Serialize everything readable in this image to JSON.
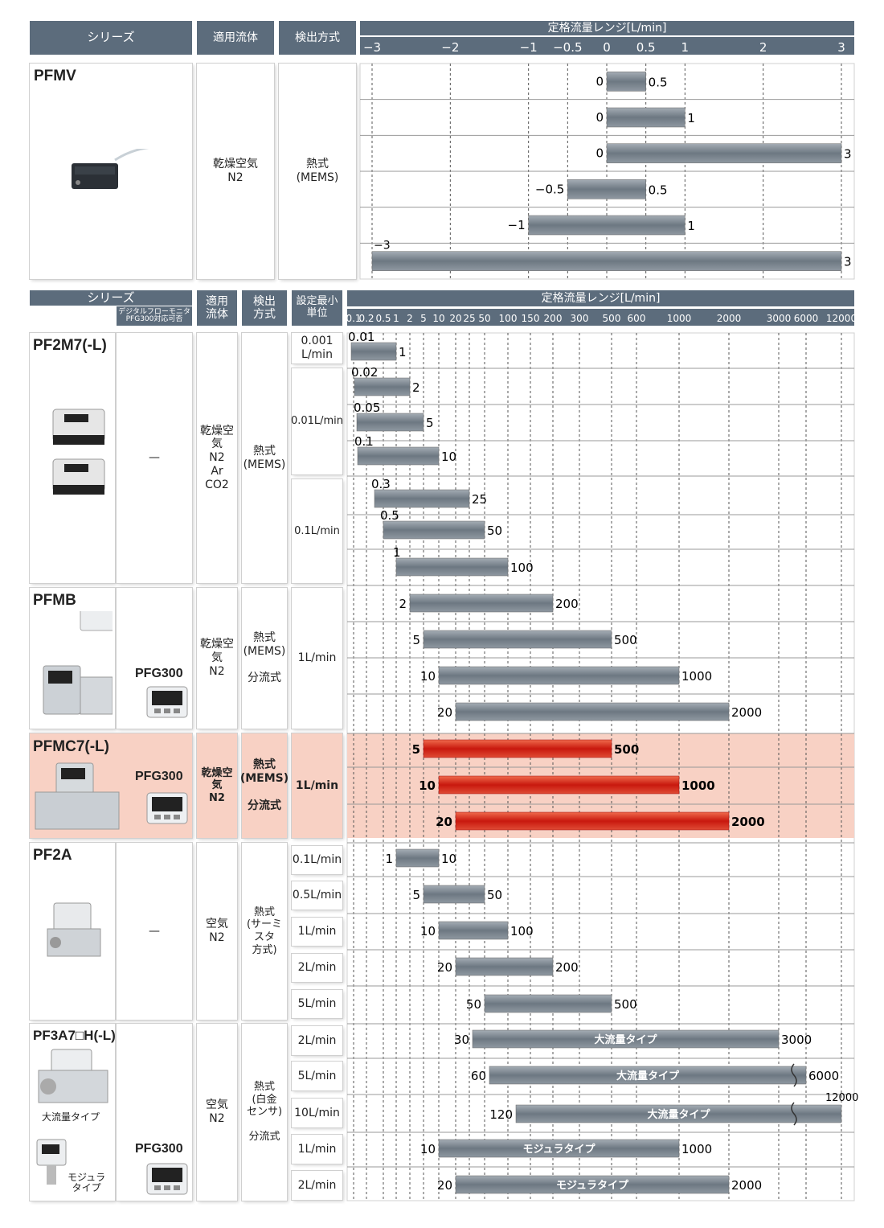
{
  "section1": {
    "headers": {
      "series": "シリーズ",
      "fluid": "適用流体",
      "method": "検出方式",
      "range": "定格流量レンジ[L/min]"
    },
    "ticks": [
      "−3",
      "−2",
      "−1",
      "−0.5",
      "0",
      "0.5",
      "1",
      "2",
      "3"
    ],
    "row": {
      "series": "PFMV",
      "fluid": "乾燥空気\nN2",
      "method": "熱式\n(MEMS)"
    }
  },
  "section2": {
    "headers": {
      "series": "シリーズ",
      "sub": "デジタルフローモニタ\nPFG300対応可否",
      "fluid": "適用\n流体",
      "method": "検出\n方式",
      "unit": "設定最小\n単位",
      "range": "定格流量レンジ[L/min]"
    },
    "ticks": [
      "0.1",
      "0.2",
      "0.5",
      "1",
      "2",
      "5",
      "10",
      "20",
      "25",
      "50",
      "100",
      "150",
      "200",
      "300",
      "500",
      "600",
      "1000",
      "2000",
      "3000",
      "6000",
      "12000"
    ],
    "rows": [
      {
        "series": "PF2M7(-L)",
        "pfg": "—",
        "fluid": "乾燥空気\nN2\nAr\nCO2",
        "method": "熱式\n(MEMS)",
        "units": [
          "0.001\nL/min",
          "0.01L/min",
          "0.1L/min"
        ]
      },
      {
        "series": "PFMB",
        "pfg": "PFG300",
        "fluid": "乾燥空気\nN2",
        "method": "熱式\n(MEMS)\n\n分流式",
        "units": [
          "1L/min"
        ]
      },
      {
        "series": "PFMC7(-L)",
        "pfg": "PFG300",
        "fluid": "乾燥空気\nN2",
        "method": "熱式\n(MEMS)\n\n分流式",
        "units": [
          "1L/min"
        ]
      },
      {
        "series": "PF2A",
        "pfg": "—",
        "fluid": "空気\nN2",
        "method": "熱式\n(サーミスタ\n方式)",
        "units": [
          "0.1L/min",
          "0.5L/min",
          "1L/min",
          "2L/min",
          "5L/min"
        ]
      },
      {
        "series": "PF3A7□H(-L)",
        "pfg": "PFG300",
        "fluid": "空気\nN2",
        "method": "熱式\n(白金\nセンサ)\n\n分流式",
        "units": [
          "2L/min",
          "5L/min",
          "10L/min",
          "1L/min",
          "2L/min"
        ],
        "captions": [
          "大流量タイプ",
          "モジュラ\nタイプ"
        ]
      }
    ]
  },
  "colors": {
    "header": "#5c6c7c",
    "bar": "#7a8590",
    "bar_highlight": "#d42b1e",
    "row_highlight": "#f8d1c4"
  },
  "chart_data": [
    {
      "type": "bar",
      "title": "定格流量レンジ[L/min]",
      "xlabel": "",
      "xlim": [
        -3,
        3
      ],
      "series": [
        {
          "name": "PFMV",
          "ranges": [
            [
              "0",
              "0.5"
            ],
            [
              "0",
              "1"
            ],
            [
              "0",
              "3"
            ],
            [
              "−0.5",
              "0.5"
            ],
            [
              "−1",
              "1"
            ],
            [
              "−3",
              "3"
            ]
          ],
          "values": [
            [
              0,
              0.5
            ],
            [
              0,
              1
            ],
            [
              0,
              3
            ],
            [
              -0.5,
              0.5
            ],
            [
              -1,
              1
            ],
            [
              -3,
              3
            ]
          ]
        }
      ]
    },
    {
      "type": "bar",
      "title": "定格流量レンジ[L/min]",
      "xlabel": "",
      "series": [
        {
          "name": "PF2M7(-L)",
          "ranges": [
            [
              "0.01",
              "1"
            ],
            [
              "0.02",
              "2"
            ],
            [
              "0.05",
              "5"
            ],
            [
              "0.1",
              "10"
            ],
            [
              "0.3",
              "25"
            ],
            [
              "0.5",
              "50"
            ],
            [
              "1",
              "100"
            ]
          ]
        },
        {
          "name": "PFMB",
          "ranges": [
            [
              "2",
              "200"
            ],
            [
              "5",
              "500"
            ],
            [
              "10",
              "1000"
            ],
            [
              "20",
              "2000"
            ]
          ]
        },
        {
          "name": "PFMC7(-L)",
          "ranges": [
            [
              "5",
              "500"
            ],
            [
              "10",
              "1000"
            ],
            [
              "20",
              "2000"
            ]
          ]
        },
        {
          "name": "PF2A",
          "ranges": [
            [
              "1",
              "10"
            ],
            [
              "5",
              "50"
            ],
            [
              "10",
              "100"
            ],
            [
              "20",
              "200"
            ],
            [
              "50",
              "500"
            ]
          ]
        },
        {
          "name": "PF3A7□H(-L)",
          "ranges": [
            [
              "30",
              "3000"
            ],
            [
              "60",
              "6000"
            ],
            [
              "120",
              "12000"
            ],
            [
              "10",
              "1000"
            ],
            [
              "20",
              "2000"
            ]
          ],
          "labels": [
            "大流量タイプ",
            "大流量タイプ",
            "大流量タイプ",
            "モジュラタイプ",
            "モジュラタイプ"
          ]
        }
      ]
    }
  ]
}
